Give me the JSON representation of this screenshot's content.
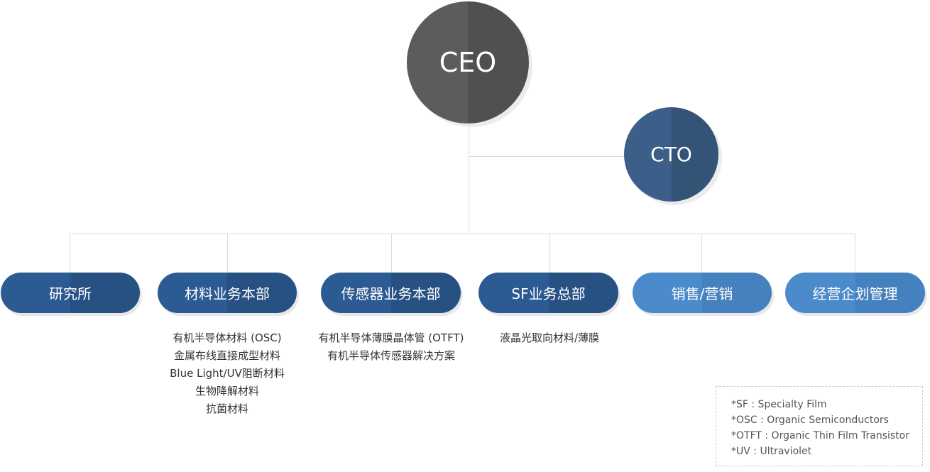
{
  "ceo": {
    "label": "CEO"
  },
  "cto": {
    "label": "CTO"
  },
  "departments": [
    {
      "label": "研究所",
      "items": []
    },
    {
      "label": "材料业务本部",
      "items": [
        "有机半导体材料 (OSC)",
        "金属布线直接成型材料",
        "Blue Light/UV阻断材料",
        "生物降解材料",
        "抗菌材料"
      ]
    },
    {
      "label": "传感器业务本部",
      "items": [
        "有机半导体薄膜晶体管 (OTFT)",
        "有机半导体传感器解决方案"
      ]
    },
    {
      "label": "SF业务总部",
      "items": [
        "液晶光取向材料/薄膜"
      ]
    },
    {
      "label": "销售/营销",
      "items": []
    },
    {
      "label": "经营企划管理",
      "items": []
    }
  ],
  "legend": [
    "*SF : Specialty Film",
    "*OSC : Organic Semiconductors",
    "*OTFT : Organic Thin Film Transistor",
    "*UV :  Ultraviolet"
  ],
  "colors": {
    "ceo": "#5b5c5e",
    "cto": "#3b5f88",
    "department_dark": "#2c5a92",
    "department_light": "#4b8acb",
    "line": "#dcdcdc"
  }
}
